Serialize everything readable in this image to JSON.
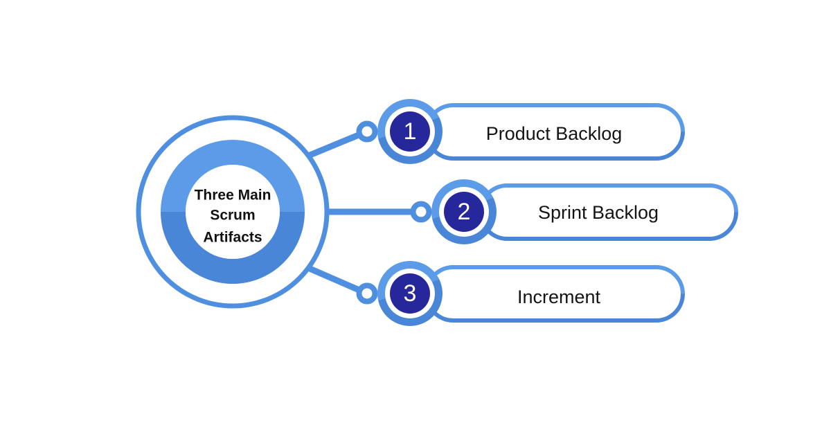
{
  "diagram": {
    "type": "hub-and-spoke-list",
    "background_color": "#ffffff",
    "hub": {
      "title_lines": [
        "Three Main",
        "Scrum",
        "Artifacts"
      ],
      "outer_ring_color": "#4F8FE0",
      "donut_top_color": "#5B9BE8",
      "donut_bottom_color": "#4A86D8",
      "text_color": "#111111"
    },
    "palette": {
      "blue": "#4F8FE0",
      "blue_light": "#5B9BE8",
      "blue_dark": "#4A86D8",
      "navy": "#26279B",
      "white": "#ffffff",
      "text": "#141414"
    },
    "items": [
      {
        "number": "1",
        "label": "Product Backlog",
        "connector": "diagonal-up",
        "badge_fill": "#26279B",
        "pill_stroke": "#4F8FE0"
      },
      {
        "number": "2",
        "label": "Sprint Backlog",
        "connector": "straight",
        "badge_fill": "#26279B",
        "pill_stroke": "#4F8FE0"
      },
      {
        "number": "3",
        "label": "Increment",
        "connector": "diagonal-down",
        "badge_fill": "#26279B",
        "pill_stroke": "#4F8FE0"
      }
    ]
  }
}
